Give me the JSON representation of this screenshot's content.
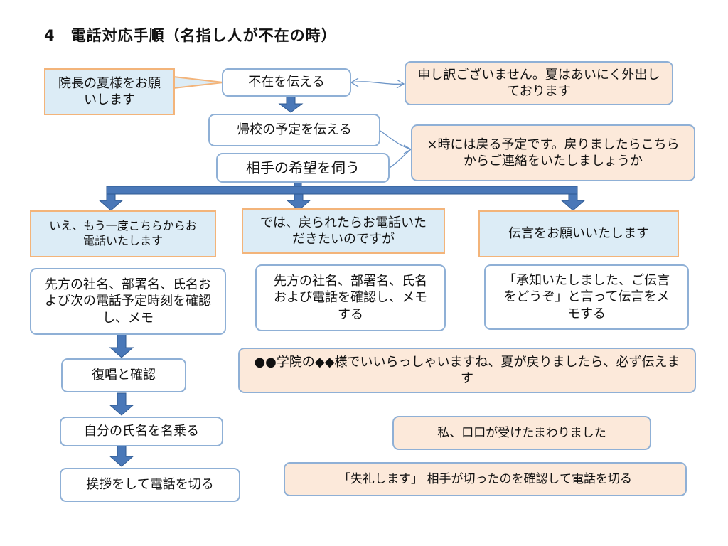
{
  "title": "4　電話対応手順（名指し人が不在の時）",
  "caller_request": "院長の夏様をお願いします",
  "steps": {
    "absent": "不在を伝える",
    "return_time": "帰校の予定を伝える",
    "ask_wish": "相手の希望を伺う"
  },
  "scripts": {
    "apology": "申し訳ございません。夏はあいにく外出しております",
    "return_notice": "×時には戻る予定です。戻りましたらこちらからご連絡をいたしましょうか"
  },
  "branch_a": {
    "reply": "いえ、もう一度こちらからお電話いたします",
    "action": "先方の社名、部署名、氏名および次の電話予定時刻を確認し、メモ",
    "repeat": "復唱と確認",
    "name": "自分の氏名を名乗る",
    "hangup": "挨拶をして電話を切る"
  },
  "branch_b": {
    "reply": "では、戻られたらお電話いただきたいのですが",
    "action": "先方の社名、部署名、氏名および電話を確認し、メモする"
  },
  "branch_c": {
    "reply": "伝言をお願いいたします",
    "action": "「承知いたしました、ご伝言をどうぞ」と言って伝言をメモする"
  },
  "common": {
    "confirm": "●●学院の◆◆様でいいらっしゃいますね、夏が戻りましたら、必ず伝えます",
    "received": "私、口口が受けたまわりました",
    "closing": "「失礼します」 相手が切ったのを確認して電話を切る"
  },
  "colors": {
    "arrow_fill": "#4a78b8",
    "arrow_stroke": "#2f5a92",
    "box_border": "#8fb0d6",
    "peach": "#fce9da",
    "callout_fill": "#dcecf6",
    "callout_border": "#f3b47a"
  }
}
